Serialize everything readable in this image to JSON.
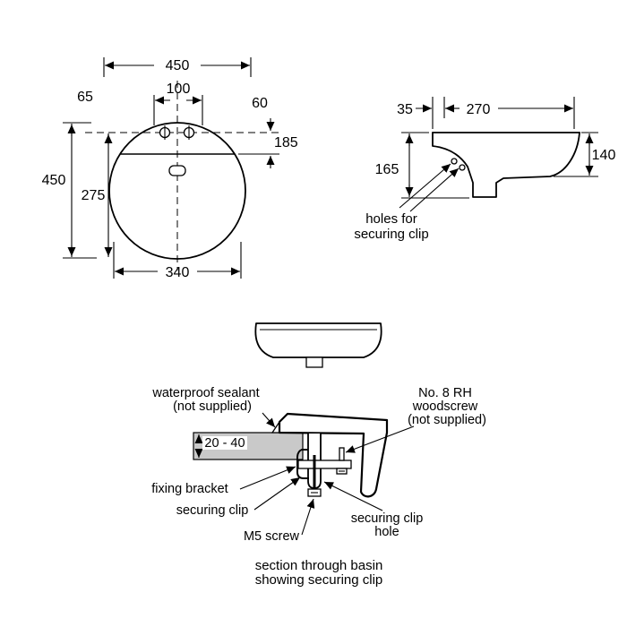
{
  "drawing": {
    "background": "#ffffff",
    "line_color": "#000000",
    "panel_fill": "#c9c9c9"
  },
  "plan_view": {
    "dim_top_width": "450",
    "dim_left_hole_offset": "65",
    "dim_hole_spacing": "100",
    "dim_right_hole_offset": "60",
    "dim_holes_to_front": "185",
    "dim_overall_depth": "450",
    "dim_bowl_depth": "275",
    "dim_bottom_width": "340"
  },
  "side_view": {
    "dim_back_to_holes": "35",
    "dim_top_depth": "270",
    "dim_overall_height": "165",
    "dim_front_height": "140",
    "callout_line1": "holes for",
    "callout_line2": "securing clip"
  },
  "section_view": {
    "sealant_line1": "waterproof sealant",
    "sealant_line2": "(not supplied)",
    "woodscrew_line1": "No. 8 RH",
    "woodscrew_line2": "woodscrew",
    "woodscrew_line3": "(not supplied)",
    "dim_panel_thickness": "20 - 40",
    "fixing_bracket": "fixing bracket",
    "securing_clip": "securing clip",
    "m5_screw": "M5 screw",
    "clip_hole_line1": "securing clip",
    "clip_hole_line2": "hole",
    "caption_line1": "section through basin",
    "caption_line2": "showing securing clip"
  }
}
